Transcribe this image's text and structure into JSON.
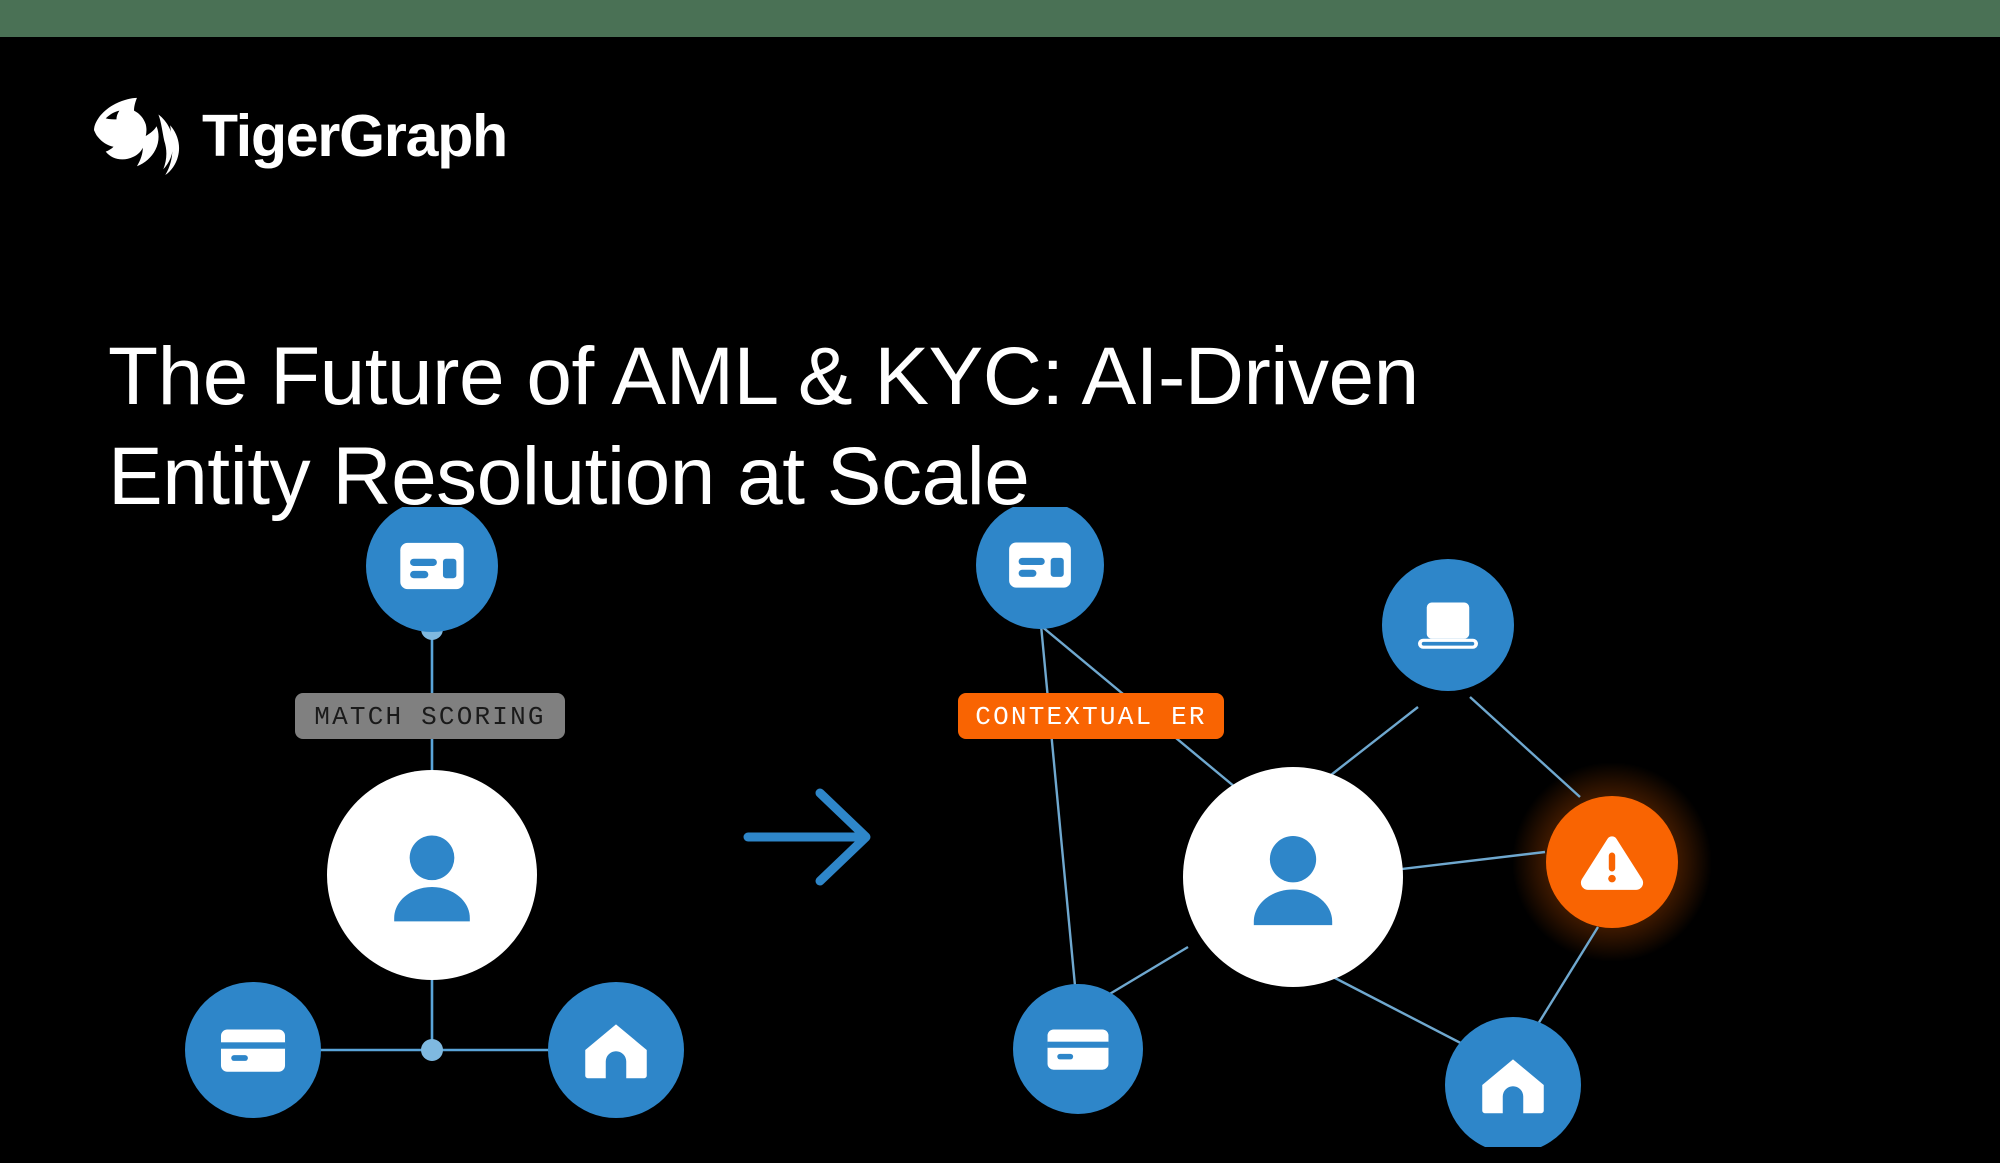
{
  "brand": {
    "name": "TigerGraph",
    "logo_mark": "tiger-head-icon",
    "accent_blue": "#2e86c9",
    "accent_orange": "#f96402",
    "top_bar_color": "#4a7155",
    "background": "#000000",
    "text_color": "#ffffff"
  },
  "title": {
    "line1": "The Future of AML & KYC: AI-Driven",
    "line2": "Entity Resolution at Scale"
  },
  "diagram": {
    "transition_icon": "arrow-right-icon",
    "left_graph": {
      "label": "MATCH SCORING",
      "label_bg": "#808080",
      "label_color": "#1a1a1a",
      "nodes": [
        {
          "id": "id-card",
          "icon": "id-card-icon",
          "color": "#2e86c9",
          "role": "identity-document"
        },
        {
          "id": "person",
          "icon": "person-icon",
          "color": "#ffffff",
          "role": "entity"
        },
        {
          "id": "credit-card",
          "icon": "credit-card-icon",
          "color": "#2e86c9",
          "role": "payment-instrument"
        },
        {
          "id": "home",
          "icon": "home-icon",
          "color": "#2e86c9",
          "role": "address"
        }
      ],
      "edges": [
        [
          "id-card",
          "person"
        ],
        [
          "credit-card",
          "home"
        ],
        [
          "person",
          "credit-card"
        ]
      ]
    },
    "right_graph": {
      "label": "CONTEXTUAL ER",
      "label_bg": "#f96402",
      "label_color": "#ffffff",
      "nodes": [
        {
          "id": "id-card",
          "icon": "id-card-icon",
          "color": "#2e86c9",
          "role": "identity-document"
        },
        {
          "id": "laptop",
          "icon": "laptop-icon",
          "color": "#2e86c9",
          "role": "device"
        },
        {
          "id": "alert",
          "icon": "warning-triangle-icon",
          "color": "#f96402",
          "role": "risk-alert",
          "glow": true
        },
        {
          "id": "person",
          "icon": "person-icon",
          "color": "#ffffff",
          "role": "entity"
        },
        {
          "id": "credit-card",
          "icon": "credit-card-icon",
          "color": "#2e86c9",
          "role": "payment-instrument"
        },
        {
          "id": "home",
          "icon": "home-icon",
          "color": "#2e86c9",
          "role": "address"
        }
      ],
      "edges": [
        [
          "id-card",
          "person"
        ],
        [
          "id-card",
          "credit-card"
        ],
        [
          "person",
          "credit-card"
        ],
        [
          "person",
          "laptop"
        ],
        [
          "person",
          "alert"
        ],
        [
          "person",
          "home"
        ],
        [
          "laptop",
          "alert"
        ],
        [
          "alert",
          "home"
        ]
      ]
    }
  }
}
